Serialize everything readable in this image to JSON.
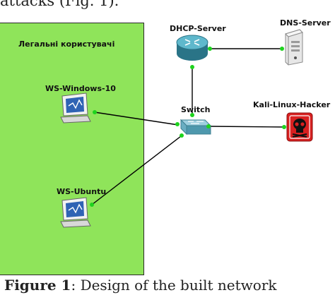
{
  "top_text": "attacks (Fig. 1).",
  "zone": {
    "title": "Легальні користувачі",
    "color": "#8fe45a"
  },
  "nodes": {
    "dhcp_server": {
      "label": "DHCP-Server"
    },
    "dns_server": {
      "label": "DNS-Server"
    },
    "switch": {
      "label": "Switch"
    },
    "ws_windows": {
      "label": "WS-Windows-10"
    },
    "ws_ubuntu": {
      "label": "WS-Ubuntu"
    },
    "kali": {
      "label": "Kali-Linux-Hacker"
    }
  },
  "colors": {
    "link": "#000000",
    "port": "#1ed31e",
    "router": "#3d9bb0",
    "hacker": "#d92020"
  },
  "caption": {
    "label": "Figure 1",
    "text": ": Design of the built network"
  }
}
